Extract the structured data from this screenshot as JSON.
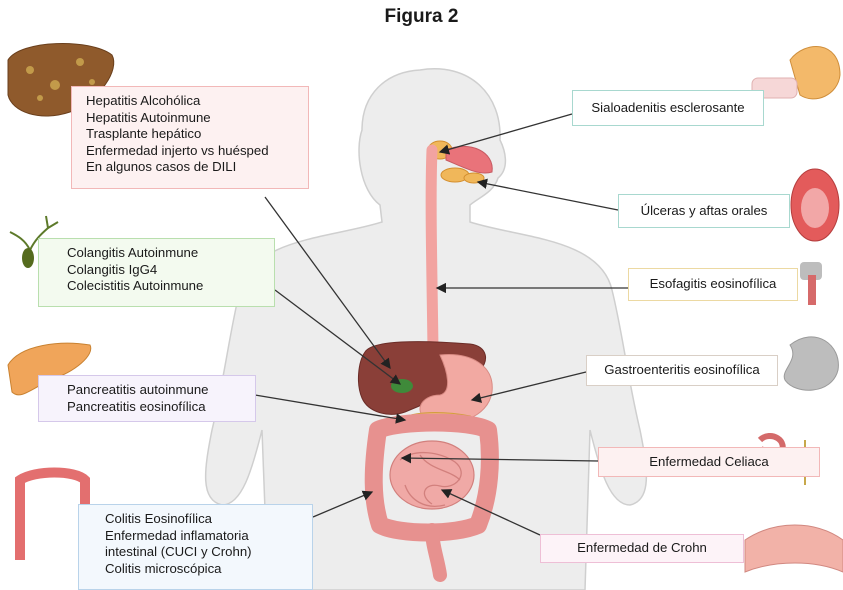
{
  "title": "Figura 2",
  "left_boxes": {
    "liver": [
      "Hepatitis Alcohólica",
      "Hepatitis Autoinmune",
      "Trasplante hepático",
      "Enfermedad injerto vs huésped",
      "En algunos casos de DILI"
    ],
    "biliary": [
      "Colangitis Autoinmune",
      "Colangitis IgG4",
      "Colecistitis Autoinmune"
    ],
    "pancreas": [
      "Pancreatitis autoinmune",
      "Pancreatitis eosinofílica"
    ],
    "colon": [
      "Colitis Eosinofílica",
      "Enfermedad inflamatoria",
      "intestinal (CUCI y Crohn)",
      "Colitis microscópica"
    ]
  },
  "right_boxes": {
    "salivary": "Sialoadenitis esclerosante",
    "oral": "Úlceras y aftas orales",
    "esophagus": "Esofagitis eosinofílica",
    "stomach": "Gastroenteritis eosinofílica",
    "celiac": "Enfermedad Celiaca",
    "crohn": "Enfermedad de Crohn"
  },
  "colors": {
    "liver_border": "#f2b8b8",
    "liver_bg": "#fdf1f1",
    "biliary_border": "#b9dfae",
    "biliary_bg": "#f3faef",
    "pancreas_border": "#d5c8ea",
    "pancreas_bg": "#f7f3fc",
    "colon_border": "#b9d3ea",
    "colon_bg": "#f3f8fd",
    "salivary_border": "#a8d8cf",
    "oral_border": "#a8d8cf",
    "esophagus_border": "#ecd9a2",
    "stomach_border": "#d9cfc6",
    "celiac_border": "#f2b8b8",
    "crohn_border": "#eebfd6"
  }
}
